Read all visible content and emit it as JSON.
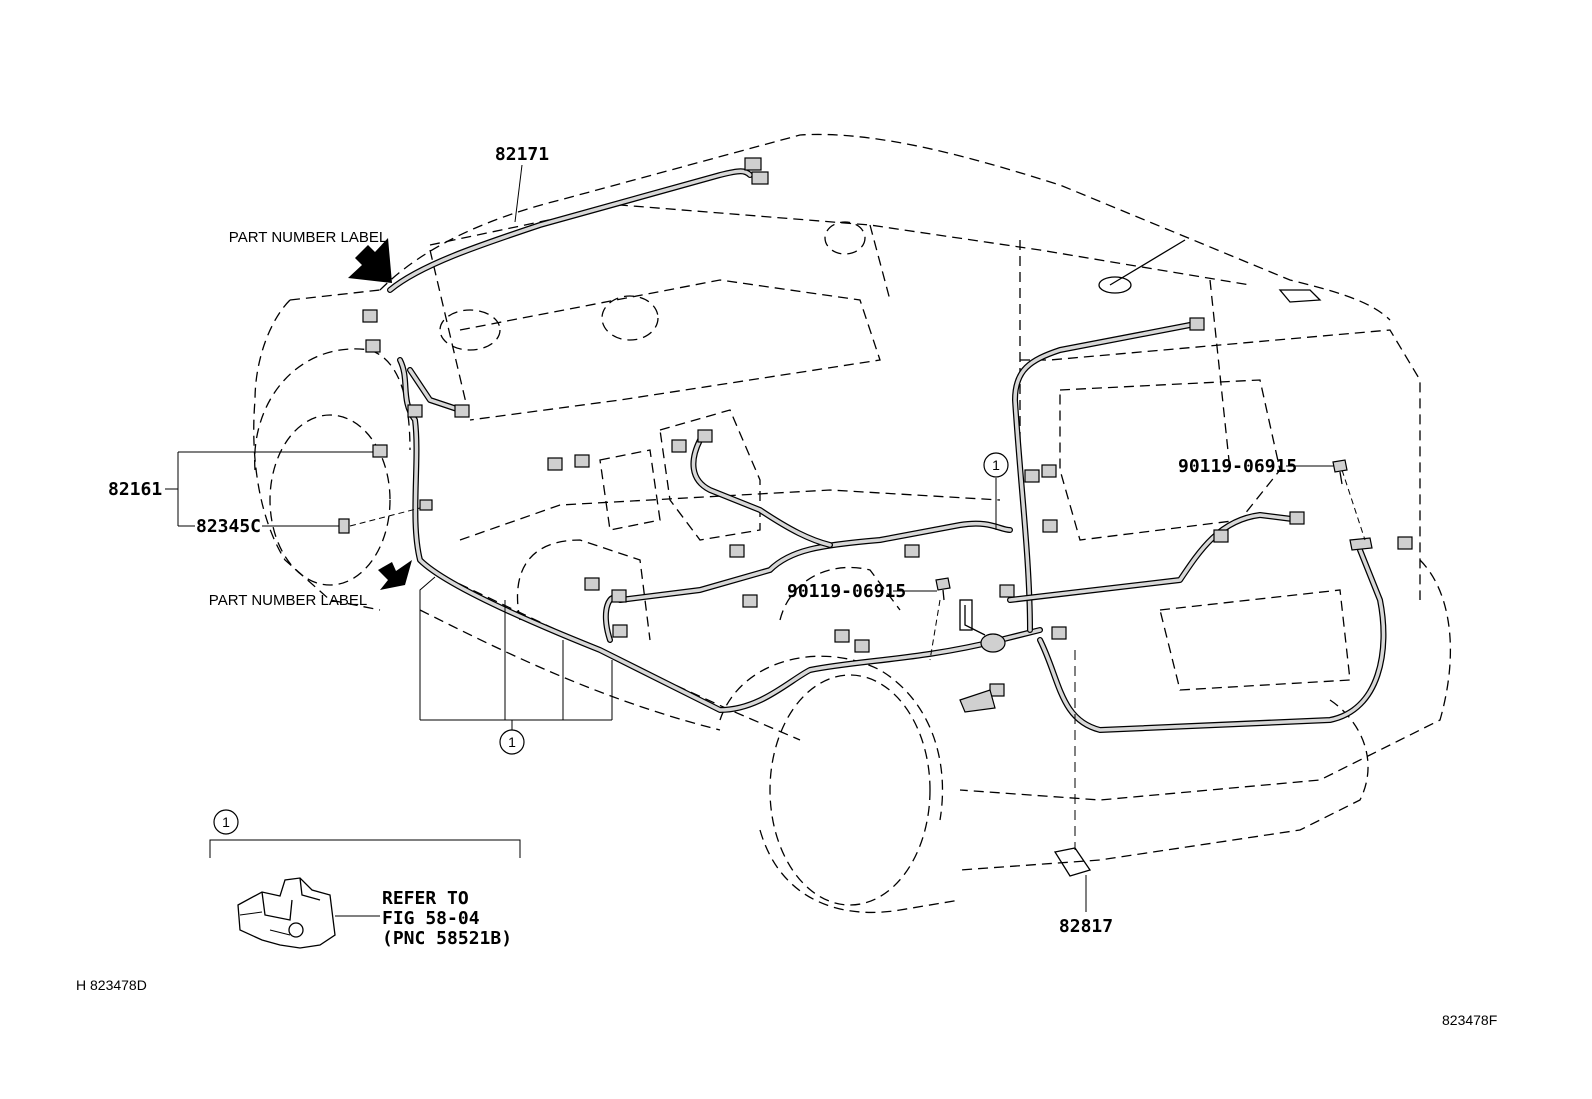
{
  "labels": {
    "roof_harness": "82171",
    "part_label_top": "PART NUMBER LABEL",
    "part_label_bottom": "PART NUMBER LABEL",
    "floor_harness": "82161",
    "connector_82345c": "82345C",
    "bolt_right": "90119-06915",
    "bolt_center": "90119-06915",
    "protector": "82817",
    "callout_1": "1",
    "detail_ref_line1": "REFER TO",
    "detail_ref_line2": "FIG 58-04",
    "detail_ref_line3": "(PNC 58521B)",
    "figure_id_left": "H 823478D",
    "figure_id_right": "823478F"
  },
  "icons": {
    "arrow_top": "black-arrow-icon",
    "arrow_bottom": "black-arrow-icon",
    "clamp": "clamp-icon"
  }
}
